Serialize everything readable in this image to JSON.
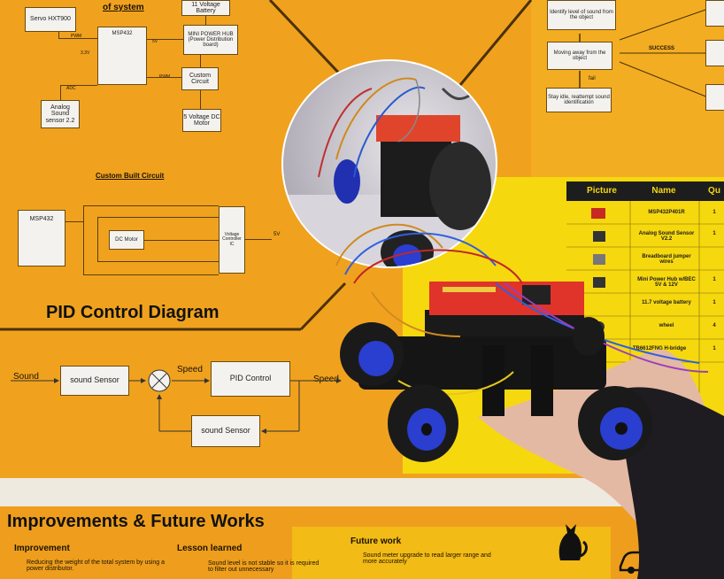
{
  "system_diagram": {
    "heading": "of system",
    "servo": "Servo HXT900",
    "battery": "11 Voltage Battery",
    "msp432": "MSP432",
    "power_hub": "MINI POWER HUB (Power Distribution board)",
    "custom_circuit": "Custom Circuit",
    "motor": "5 Voltage DC Motor",
    "sound_sensor": "Analog Sound sensor 2.2",
    "pwm1": "PWM",
    "pwm2": "PWM",
    "adc": "ADC",
    "v5": "5V",
    "v33": "3.3V"
  },
  "custom_circuit": {
    "title": "Custom Built Circuit",
    "msp": "MSP432",
    "dc_motor": "DC Motor",
    "chip": "Voltage Controller IC",
    "vlabel": "5V"
  },
  "pid": {
    "title": "PID Control Diagram",
    "input_label": "Sound",
    "sensor1": "sound Sensor",
    "speed_label": "Speed",
    "controller": "PID Control",
    "output_label": "Speed",
    "sensor2": "sound Sensor"
  },
  "flow": {
    "box1": "Identify level of sound from the object",
    "box2": "Moving away from the object",
    "box3": "Stay idle, reattempt sound identification",
    "success": "SUCCESS",
    "fail": "fail"
  },
  "parts_table": {
    "headers": [
      "Picture",
      "Name",
      "Qu"
    ],
    "rows": [
      {
        "name": "MSP432P401R",
        "qty": "1"
      },
      {
        "name": "Analog Sound Sensor V2.2",
        "qty": "1"
      },
      {
        "name": "Breadboard jumper wires",
        "qty": ""
      },
      {
        "name": "Mini Power Hub w/BEC 5V & 12V",
        "qty": "1"
      },
      {
        "name": "11.7 voltage battery",
        "qty": "1"
      },
      {
        "name": "wheel",
        "qty": "4"
      },
      {
        "name": "TB6612FNG H-bridge",
        "qty": "1"
      }
    ]
  },
  "bottom": {
    "title": "Improvements & Future Works",
    "col1_title": "Improvement",
    "col1_text": "Reducing the weight of the total system by using a power distributor.",
    "col2_title": "Lesson learned",
    "col2_text": "Sound level is not stable so it is required to filter out unnecessary",
    "col3_title": "Future work",
    "col3_text": "Sound meter upgrade to read larger range and more accurately"
  },
  "colors": {
    "poster_orange": "#f0a21e",
    "poster_yellow": "#f6d80f",
    "board_red": "#e0332a",
    "wheel_blue": "#2a3ecf"
  }
}
